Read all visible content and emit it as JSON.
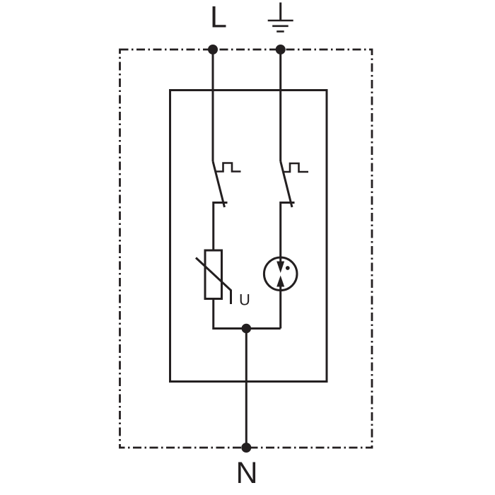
{
  "colors": {
    "stroke": "#231f20",
    "background": "#ffffff"
  },
  "labels": {
    "line_terminal": "L",
    "neutral_terminal": "N",
    "varistor_voltage": "U"
  },
  "components": [
    "device-boundary-dashdot",
    "protection-module-outline",
    "earth-icon",
    "line-terminal-dot",
    "earth-terminal-dot",
    "neutral-terminal-dot",
    "thermal-disconnector-left",
    "thermal-disconnector-right",
    "varistor",
    "gas-discharge-tube",
    "junction-dot"
  ]
}
